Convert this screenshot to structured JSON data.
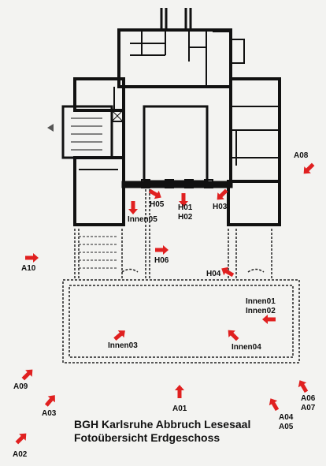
{
  "caption": {
    "line1": "BGH Karlsruhe Abbruch Lesesaal",
    "line2": "Fotoübersicht Erdgeschoss"
  },
  "colors": {
    "arrow": "#e02020",
    "wall": "#111111",
    "paper": "#f3f3f1"
  },
  "markers": [
    {
      "id": "A08",
      "label": "A08",
      "rotation": 135
    },
    {
      "id": "A10",
      "label": "A10",
      "rotation": 0
    },
    {
      "id": "H05",
      "label": "H05",
      "rotation": 30
    },
    {
      "id": "H01",
      "label": "H01 H02",
      "rotation": 90
    },
    {
      "id": "H03",
      "label": "H03",
      "rotation": 135
    },
    {
      "id": "Innen05",
      "label": "Innen05",
      "rotation": 90
    },
    {
      "id": "H06",
      "label": "H06",
      "rotation": 0
    },
    {
      "id": "H04",
      "label": "H04",
      "rotation": 210
    },
    {
      "id": "Innen01",
      "label": "Innen01 Innen02",
      "rotation": 180
    },
    {
      "id": "Innen03",
      "label": "Innen03",
      "rotation": -40
    },
    {
      "id": "Innen04",
      "label": "Innen04",
      "rotation": -135
    },
    {
      "id": "A09",
      "label": "A09",
      "rotation": -45
    },
    {
      "id": "A03",
      "label": "A03",
      "rotation": -50
    },
    {
      "id": "A01",
      "label": "A01",
      "rotation": -90
    },
    {
      "id": "A06",
      "label": "A06 A07",
      "rotation": -120
    },
    {
      "id": "A04",
      "label": "A04 A05",
      "rotation": -120
    },
    {
      "id": "A02",
      "label": "A02",
      "rotation": -45
    }
  ]
}
